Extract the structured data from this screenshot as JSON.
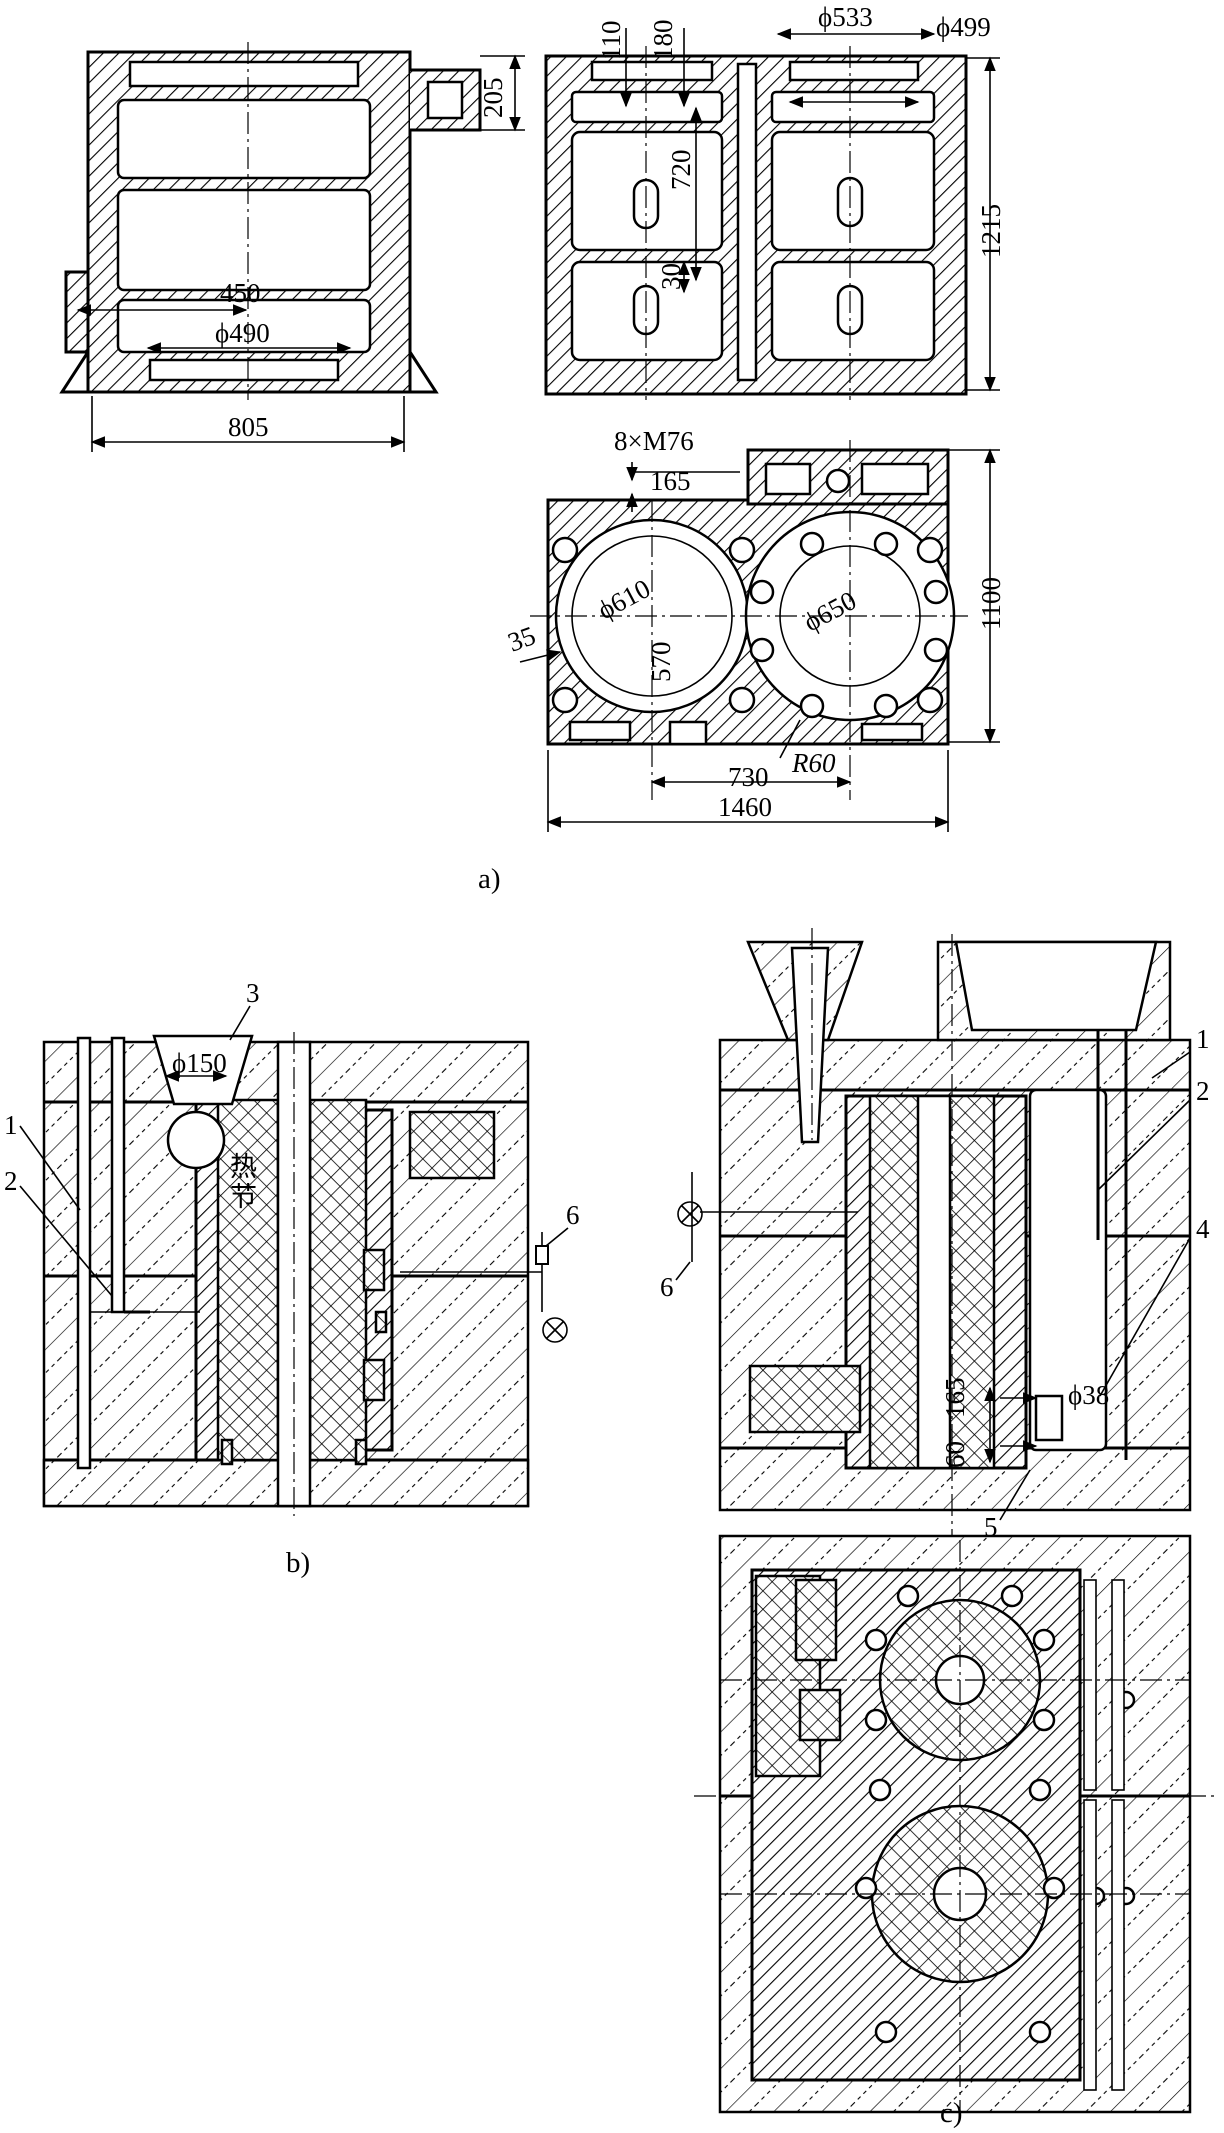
{
  "figure_a": {
    "caption": "a)",
    "dims": {
      "d110": "110",
      "d180": "180",
      "d205": "205",
      "phi533": "ϕ533",
      "phi499": "ϕ499",
      "d720": "720",
      "d1215": "1215",
      "d30": "30",
      "d450": "450",
      "phi490": "ϕ490",
      "d805": "805",
      "m76": "8×M76",
      "d165": "165",
      "d1100": "1100",
      "phi610": "ϕ610",
      "phi650": "ϕ650",
      "d35": "35",
      "d570": "570",
      "d730": "730",
      "r60": "R60",
      "d1460": "1460"
    }
  },
  "figure_b": {
    "caption": "b)",
    "phi150": "ϕ150",
    "hot_spot_1": "热",
    "hot_spot_2": "节",
    "labels": {
      "n1": "1",
      "n2": "2",
      "n3": "3",
      "n6": "6"
    }
  },
  "figure_c": {
    "caption": "c)",
    "phi38": "ϕ38",
    "d60": "60",
    "d165": "165",
    "labels": {
      "n1": "1",
      "n2": "2",
      "n4": "4",
      "n5": "5",
      "n6": "6"
    }
  }
}
